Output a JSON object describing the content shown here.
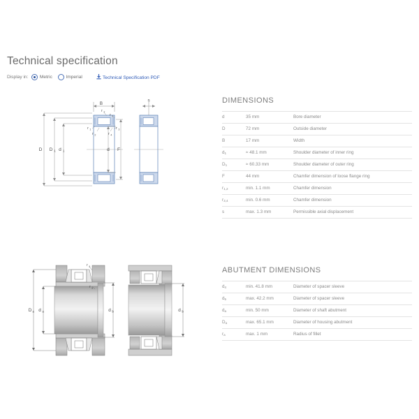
{
  "header": {
    "title": "Technical specification",
    "display_label": "Display in:",
    "units": [
      {
        "label": "Metric",
        "selected": true
      },
      {
        "label": "Imperial",
        "selected": false
      }
    ],
    "pdf_link": "Technical Specification PDF",
    "pdf_icon": "download-icon",
    "link_color": "#2f5bb7"
  },
  "sections": [
    {
      "id": "dimensions",
      "title": "DIMENSIONS",
      "rows": [
        {
          "symbol": "d",
          "sub": "",
          "value": "35 mm",
          "desc": "Bore diameter"
        },
        {
          "symbol": "D",
          "sub": "",
          "value": "72 mm",
          "desc": "Outside diameter"
        },
        {
          "symbol": "B",
          "sub": "",
          "value": "17 mm",
          "desc": "Width"
        },
        {
          "symbol": "d",
          "sub": "1",
          "value": "≈ 48.1 mm",
          "desc": "Shoulder diameter of inner ring"
        },
        {
          "symbol": "D",
          "sub": "1",
          "value": "≈ 60.33 mm",
          "desc": "Shoulder diameter of outer ring"
        },
        {
          "symbol": "F",
          "sub": "",
          "value": "44 mm",
          "desc": "Chamfer dimension of loose flange ring"
        },
        {
          "symbol": "r",
          "sub": "1,2",
          "value": "min. 1.1 mm",
          "desc": "Chamfer dimension"
        },
        {
          "symbol": "r",
          "sub": "3,4",
          "value": "min. 0.6 mm",
          "desc": "Chamfer dimension"
        },
        {
          "symbol": "s",
          "sub": "",
          "value": "max. 1.3 mm",
          "desc": "Permissible axial displacement"
        }
      ]
    },
    {
      "id": "abutment-dimensions",
      "title": "ABUTMENT DIMENSIONS",
      "rows": [
        {
          "symbol": "d",
          "sub": "4",
          "value": "min. 41.8 mm",
          "desc": "Diameter of spacer sleeve"
        },
        {
          "symbol": "d",
          "sub": "5",
          "value": "max. 42.2 mm",
          "desc": "Diameter of spacer sleeve"
        },
        {
          "symbol": "d",
          "sub": "a",
          "value": "min. 50 mm",
          "desc": "Diameter of shaft abutment"
        },
        {
          "symbol": "D",
          "sub": "a",
          "value": "max. 65.1 mm",
          "desc": "Diameter of housing abutment"
        },
        {
          "symbol": "r",
          "sub": "a",
          "value": "max. 1 mm",
          "desc": "Radius of fillet"
        }
      ]
    }
  ],
  "drawings": {
    "cross_section": {
      "name": "bearing-cross-section-diagram",
      "labels": [
        "B",
        "s",
        "D",
        "D1",
        "d1",
        "d",
        "F",
        "r1",
        "r2",
        "r3",
        "r4"
      ],
      "ring_fill": "#cdd9ec",
      "ring_stroke": "#5a7fb5"
    },
    "abutment": {
      "name": "abutment-diagram",
      "labels": [
        "Da",
        "da",
        "db",
        "ra"
      ],
      "shaft_fill": "#b9b9b9"
    }
  }
}
